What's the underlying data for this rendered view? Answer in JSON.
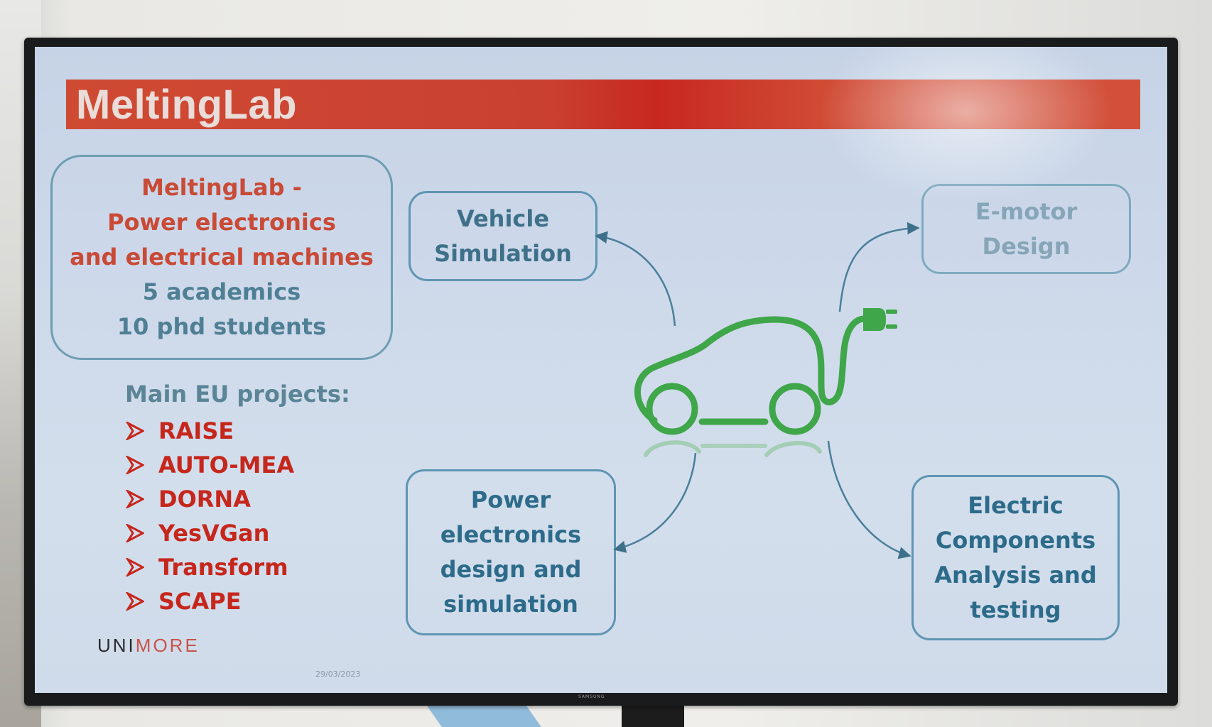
{
  "slide": {
    "title": "MeltingLab",
    "info_box": {
      "lines": [
        "MeltingLab -",
        "Power electronics",
        "and electrical machines",
        "5 academics",
        "10 phd students"
      ]
    },
    "projects": {
      "heading": "Main EU projects:",
      "items": [
        "RAISE",
        "AUTO-MEA",
        "DORNA",
        "YesVGan",
        "Transform",
        "SCAPE"
      ]
    },
    "boxes": {
      "vehicle": [
        "Vehicle",
        "Simulation"
      ],
      "emotor": [
        "E-motor",
        "Design"
      ],
      "power": [
        "Power",
        "electronics",
        "design and",
        "simulation"
      ],
      "electric": [
        "Electric",
        "Components",
        "Analysis and",
        "testing"
      ]
    },
    "logo": {
      "part1": "UNI",
      "part2": "MORE"
    },
    "date": "29/03/2023"
  },
  "monitor": {
    "brand": "SAMSUNG"
  },
  "colors": {
    "title_bar": "#c9402f",
    "accent_red": "#c6271c",
    "box_border": "#5f95b3",
    "car_green": "#3fa64a",
    "screen_bg": "#cdd9ea"
  },
  "icons": [
    "electric-car-icon",
    "plug-icon",
    "bullet-arrow-icon"
  ]
}
